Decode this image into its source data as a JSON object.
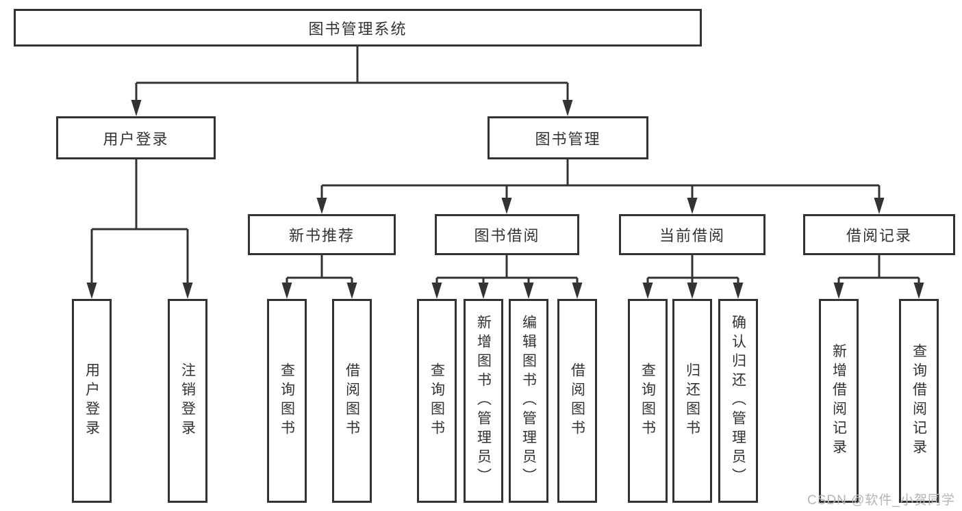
{
  "diagram": {
    "root": {
      "label": "图书管理系统"
    },
    "branches": [
      {
        "label": "用户登录",
        "children": [
          {
            "label": "用户登录"
          },
          {
            "label": "注销登录"
          }
        ]
      },
      {
        "label": "图书管理",
        "children": [
          {
            "label": "新书推荐",
            "children": [
              {
                "label": "查询图书"
              },
              {
                "label": "借阅图书"
              }
            ]
          },
          {
            "label": "图书借阅",
            "children": [
              {
                "label": "查询图书"
              },
              {
                "label": "新增图书（管理员）"
              },
              {
                "label": "编辑图书（管理员）"
              },
              {
                "label": "借阅图书"
              }
            ]
          },
          {
            "label": "当前借阅",
            "children": [
              {
                "label": "查询图书"
              },
              {
                "label": "归还图书"
              },
              {
                "label": "确认归还（管理员）"
              }
            ]
          },
          {
            "label": "借阅记录",
            "children": [
              {
                "label": "新增借阅记录"
              },
              {
                "label": "查询借阅记录"
              }
            ]
          }
        ]
      }
    ]
  },
  "watermark": {
    "text": "CSDN @软件_小贺同学"
  },
  "colors": {
    "line": "#333333",
    "box_border": "#333333",
    "text": "#333333",
    "watermark": "#b5b5b5",
    "background": "#ffffff"
  }
}
